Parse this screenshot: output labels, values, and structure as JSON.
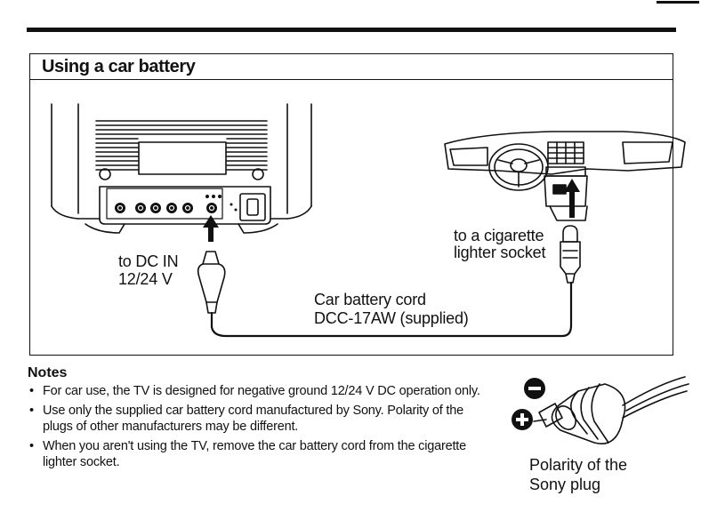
{
  "section": {
    "title": "Using a car battery"
  },
  "illustration": {
    "dc_in_label_line1": "to DC IN",
    "dc_in_label_line2": "12/24 V",
    "socket_label_line1": "to a cigarette",
    "socket_label_line2": "lighter socket",
    "cord_label_line1": "Car battery cord",
    "cord_label_line2": "DCC-17AW (supplied)"
  },
  "notes": {
    "heading": "Notes",
    "bullet": "•",
    "items": [
      "For car use, the TV is designed for negative ground 12/24 V DC operation only.",
      "Use only the supplied car battery cord manufactured by Sony. Polarity of the plugs of other manufacturers may be different.",
      "When you aren't using the TV, remove the car battery cord from the cigarette lighter socket."
    ]
  },
  "polarity": {
    "caption_line1": "Polarity of the",
    "caption_line2": "Sony plug",
    "minus_symbol": "−",
    "plus_symbol": "+"
  }
}
